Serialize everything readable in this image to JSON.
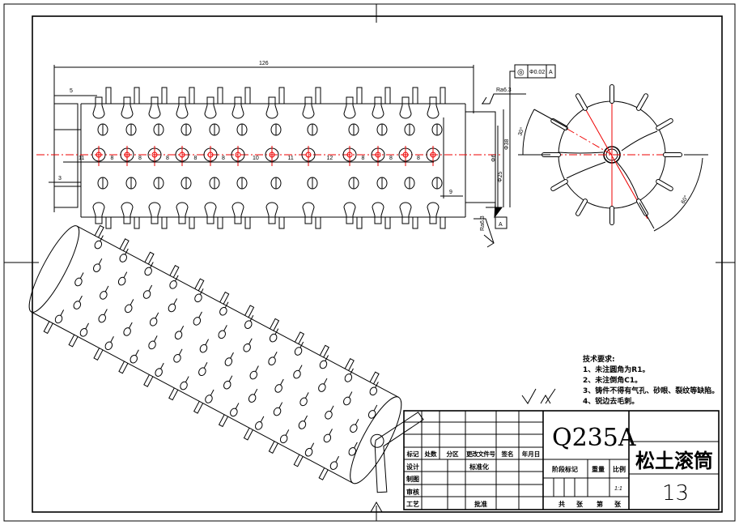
{
  "dimensions": {
    "overall_length": "126",
    "left_offset": "5",
    "first_pitch": "11",
    "pitches": [
      "8",
      "8",
      "8",
      "8",
      "8",
      "10",
      "11",
      "12",
      "8",
      "8",
      "8"
    ],
    "end_gap": "9",
    "bottom_offset": "3",
    "inner_dia": "Φ6",
    "body_dia": "Φ25",
    "outer_dia": "Φ38",
    "angle_top": "30°",
    "angle_bottom": "60°"
  },
  "annotations": {
    "roughness_top": "Ra6.3",
    "roughness_bottom": "Ra6.3",
    "tolerance_symbol": "◎",
    "tolerance_value": "Φ0.02",
    "datum": "A",
    "datum_label": "A"
  },
  "tech_requirements": {
    "heading": "技术要求:",
    "items": [
      "1、未注圆角为R1。",
      "2、未注倒角C1。",
      "3、铸件不得有气孔、砂眼、裂纹等缺陷。",
      "4、锐边去毛刺。"
    ]
  },
  "title_block": {
    "material": "Q235A",
    "part_name": "松土滚筒",
    "drawing_number": "13",
    "headers": [
      "标记",
      "处数",
      "分区",
      "更改文件号",
      "签名",
      "年月日"
    ],
    "design": "设计",
    "standardization": "标准化",
    "drafting": "制图",
    "review": "审核",
    "process": "工艺",
    "approve": "批准",
    "stage_mark": "阶段标记",
    "weight": "重量",
    "scale_label": "比例",
    "scale": "1:1",
    "total": "共",
    "sheets": "张",
    "sheet_no": "第",
    "sheet": "张"
  }
}
